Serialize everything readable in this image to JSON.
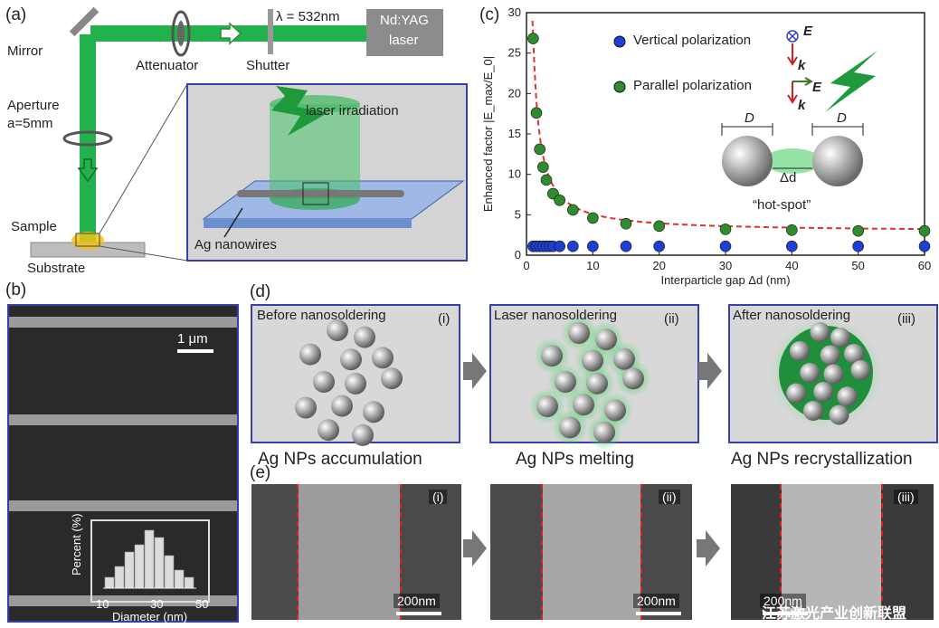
{
  "panels": {
    "a": {
      "tag": "(a)",
      "mirror": "Mirror",
      "attenuator": "Attenuator",
      "shutter": "Shutter",
      "wavelength": "λ = 532nm",
      "laser_line1": "Nd:YAG",
      "laser_line2": "laser",
      "aperture_line1": "Aperture",
      "aperture_line2": "a=5mm",
      "sample": "Sample",
      "substrate": "Substrate",
      "laser_irradiation": "laser irradiation",
      "ag_nanowires": "Ag nanowires"
    },
    "b": {
      "tag": "(b)",
      "scale": "1 μm",
      "inset_ylabel": "Percent (%)",
      "inset_xlabel": "Diameter (nm)",
      "inset_ticks": [
        "10",
        "30",
        "50"
      ]
    },
    "c": {
      "tag": "(c)",
      "legend_vertical": "Vertical polarization",
      "legend_parallel": "Parallel polarization",
      "E": "E",
      "k": "k",
      "D": "D",
      "delta_d": "Δd",
      "hot_spot": "“hot-spot”"
    },
    "d": {
      "tag": "(d)",
      "i_title": "Before nanosoldering",
      "ii_title": "Laser nanosoldering",
      "iii_title": "After nanosoldering",
      "i_tag": "(i)",
      "ii_tag": "(ii)",
      "iii_tag": "(iii)",
      "i_caption": "Ag NPs accumulation",
      "ii_caption": "Ag NPs melting",
      "iii_caption": "Ag NPs recrystallization"
    },
    "e": {
      "tag": "(e)",
      "i_tag": "(i)",
      "ii_tag": "(ii)",
      "iii_tag": "(iii)",
      "scale": "200nm"
    }
  },
  "watermark": "江苏激光产业创新联盟",
  "chart_data": [
    {
      "type": "scatter",
      "xlabel": "Interparticle gap Δd (nm)",
      "ylabel": "Enhanced factor |E_max/E_0|",
      "xlim": [
        0,
        60
      ],
      "ylim": [
        0,
        30
      ],
      "xticks": [
        "0",
        "10",
        "20",
        "30",
        "40",
        "50",
        "60"
      ],
      "yticks": [
        "0",
        "5",
        "10",
        "15",
        "20",
        "25",
        "30"
      ],
      "series": [
        {
          "name": "Vertical polarization",
          "color": "#1f3fd0",
          "x": [
            1,
            1.5,
            2,
            2.5,
            3,
            3.5,
            4,
            5,
            7,
            10,
            15,
            20,
            30,
            40,
            50,
            60
          ],
          "y": [
            1.1,
            1.1,
            1.1,
            1.1,
            1.1,
            1.1,
            1.1,
            1.1,
            1.1,
            1.1,
            1.1,
            1.1,
            1.1,
            1.1,
            1.1,
            1.1
          ]
        },
        {
          "name": "Parallel polarization",
          "color": "#2e8b2e",
          "x": [
            1,
            1.5,
            2,
            2.5,
            3,
            4,
            5,
            7,
            10,
            15,
            20,
            30,
            40,
            50,
            60
          ],
          "y": [
            26.8,
            17.6,
            13.1,
            10.9,
            9.3,
            7.6,
            6.8,
            5.6,
            4.6,
            3.9,
            3.6,
            3.2,
            3.1,
            3.0,
            3.0
          ]
        }
      ]
    },
    {
      "type": "bar",
      "xlabel": "Diameter (nm)",
      "ylabel": "Percent (%)",
      "values": [
        3,
        6,
        10,
        12,
        16,
        14,
        9,
        5,
        3
      ]
    }
  ]
}
